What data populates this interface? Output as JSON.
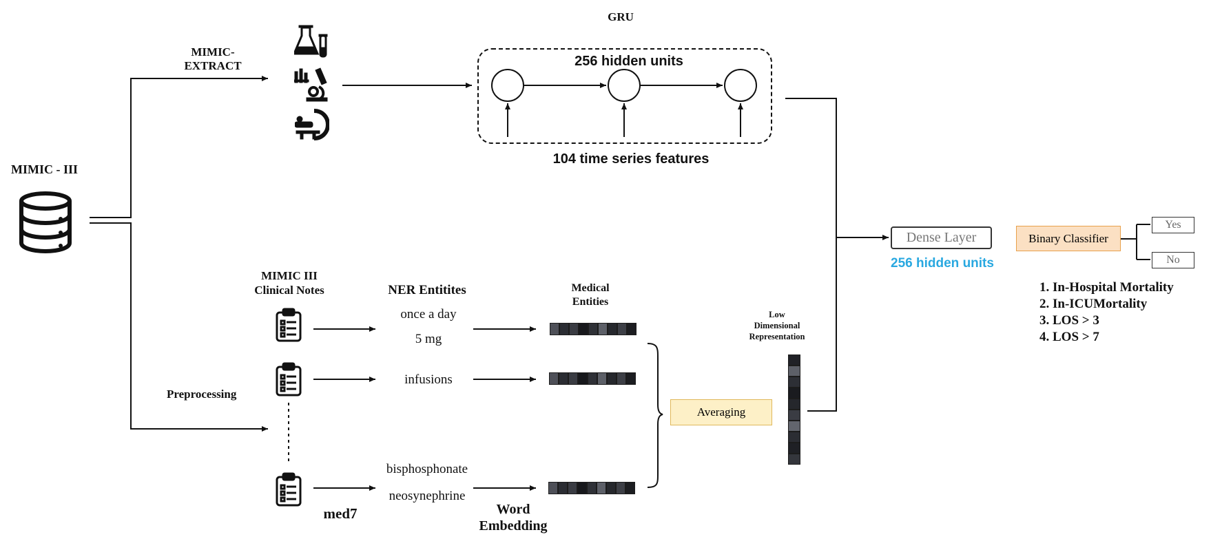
{
  "source": {
    "title": "MIMIC - III"
  },
  "extract": {
    "label": "MIMIC-\nEXTRACT"
  },
  "gru": {
    "title": "GRU",
    "hidden_units": "256 hidden units",
    "features": "104 time series features"
  },
  "notes": {
    "title": "MIMIC III\nClinical Notes",
    "preprocessing": "Preprocessing",
    "med7": "med7"
  },
  "ner": {
    "title": "NER Entitites",
    "entities_1": [
      "once a day",
      "5 mg"
    ],
    "entities_2": [
      "infusions"
    ],
    "entities_3": [
      "bisphosphonate",
      "neosynephrine"
    ]
  },
  "embedding": {
    "medical_entities": "Medical\nEntities",
    "word_embedding": "Word\nEmbedding",
    "cell_colors": [
      "#4e5058",
      "#2b2d33",
      "#3a3c43",
      "#17181c",
      "#2f3137",
      "#5d6068",
      "#26282d",
      "#3d3f46",
      "#1c1d21"
    ]
  },
  "averaging": {
    "label": "Averaging",
    "fill": "#fdf0c7",
    "border": "#e0b85a"
  },
  "low_dim": {
    "label": "Low\nDimensional\nRepresentation",
    "cell_colors": [
      "#202126",
      "#5d6068",
      "#2d2f35",
      "#1a1b1f",
      "#25272c",
      "#3a3c43",
      "#62656d",
      "#2b2d33",
      "#1f2025",
      "#34363c"
    ]
  },
  "dense": {
    "label": "Dense Layer",
    "hidden_units": "256 hidden units",
    "hidden_units_color": "#29a8e0"
  },
  "classifier": {
    "label": "Binary Classifier",
    "fill": "#fbe0c3",
    "border": "#e8a04b"
  },
  "outputs": {
    "yes": "Yes",
    "no": "No"
  },
  "tasks": [
    "1. In-Hospital Mortality",
    "2. In-ICUMortality",
    "3. LOS > 3",
    "4. LOS > 7"
  ],
  "icons": [
    "database-icon",
    "flask-icon",
    "microscope-icon",
    "scanner-icon",
    "clipboard-icon"
  ]
}
